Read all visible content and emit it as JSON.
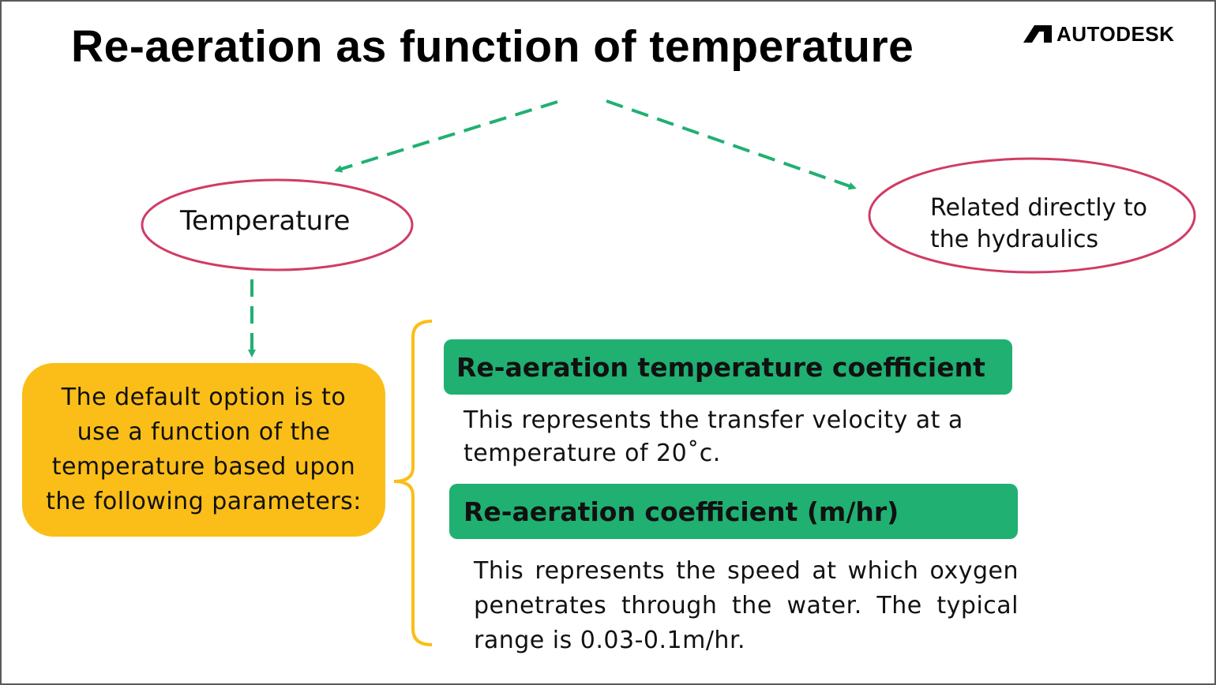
{
  "title": "Re-aeration as function of temperature",
  "logo": {
    "text": "AUTODESK"
  },
  "nodes": {
    "temperature": "Temperature",
    "hydraulics": "Related directly to the hydraulics"
  },
  "default_option": "The default option is to use a function of the temperature based upon the following parameters:",
  "parameters": [
    {
      "heading": "Re-aeration temperature coefficient",
      "description": "This represents the transfer velocity at a temperature of 20˚c."
    },
    {
      "heading": "Re-aeration coefficient (m/hr)",
      "description": "This represents the speed at which oxygen penetrates through the water. The typical range is 0.03-0.1m/hr."
    }
  ],
  "colors": {
    "ellipse_stroke": "#d03c64",
    "arrow": "#20b072",
    "default_box": "#fbbe18",
    "bracket": "#fbbe18",
    "heading_bar": "#20b072"
  }
}
